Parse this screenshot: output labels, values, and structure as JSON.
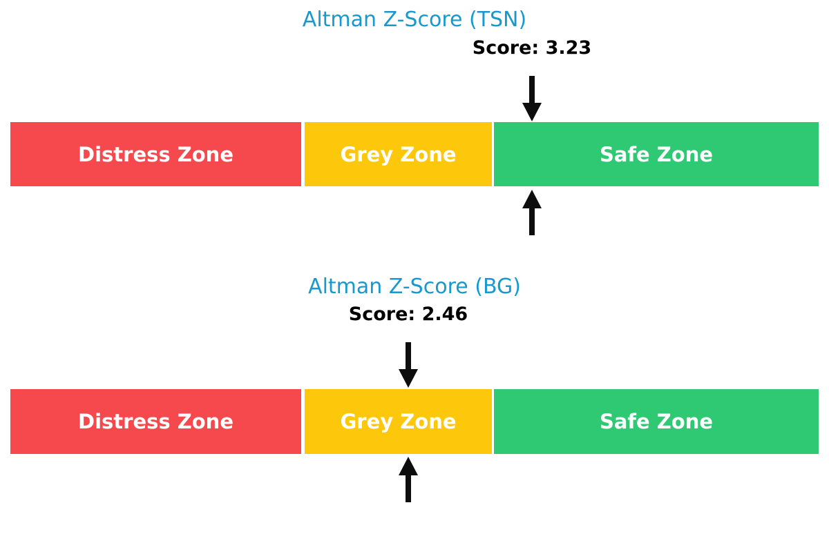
{
  "colors": {
    "background": "#ffffff",
    "title_text": "#1899CE",
    "score_text": "#000000",
    "zone_label_text": "#ffffff",
    "distress_zone": "#F5494D",
    "grey_zone": "#FDC70C",
    "safe_zone": "#2FC973",
    "arrow": "#0d0d0d"
  },
  "charts": [
    {
      "title": "Altman Z-Score (TSN)",
      "score_label": "Score: 3.23",
      "score": 3.23,
      "zones": [
        {
          "label": "Distress Zone"
        },
        {
          "label": "Grey Zone"
        },
        {
          "label": "Safe Zone"
        }
      ]
    },
    {
      "title": "Altman Z-Score (BG)",
      "score_label": "Score: 2.46",
      "score": 2.46,
      "zones": [
        {
          "label": "Distress Zone"
        },
        {
          "label": "Grey Zone"
        },
        {
          "label": "Safe Zone"
        }
      ]
    }
  ],
  "chart_data": [
    {
      "type": "bar",
      "orientation": "horizontal",
      "title": "Altman Z-Score (TSN)",
      "score": 3.23,
      "score_label": "Score: 3.23",
      "categories": [
        "Distress Zone",
        "Grey Zone",
        "Safe Zone"
      ],
      "zone_colors": [
        "#F5494D",
        "#FDC70C",
        "#2FC973"
      ],
      "zone_width_fractions": [
        0.36,
        0.232,
        0.402
      ],
      "score_position_fraction": 0.645,
      "annotations": [
        "black down-arrow above bar pointing at score position (inside Safe Zone)",
        "black up-arrow below bar pointing at score position (inside Safe Zone)"
      ],
      "axes_visible": false,
      "legend": false
    },
    {
      "type": "bar",
      "orientation": "horizontal",
      "title": "Altman Z-Score (BG)",
      "score": 2.46,
      "score_label": "Score: 2.46",
      "categories": [
        "Distress Zone",
        "Grey Zone",
        "Safe Zone"
      ],
      "zone_colors": [
        "#F5494D",
        "#FDC70C",
        "#2FC973"
      ],
      "zone_width_fractions": [
        0.36,
        0.232,
        0.402
      ],
      "score_position_fraction": 0.492,
      "annotations": [
        "black down-arrow above bar pointing at score position (inside Grey Zone)",
        "black up-arrow below bar pointing at score position (inside Grey Zone)"
      ],
      "axes_visible": false,
      "legend": false
    }
  ]
}
